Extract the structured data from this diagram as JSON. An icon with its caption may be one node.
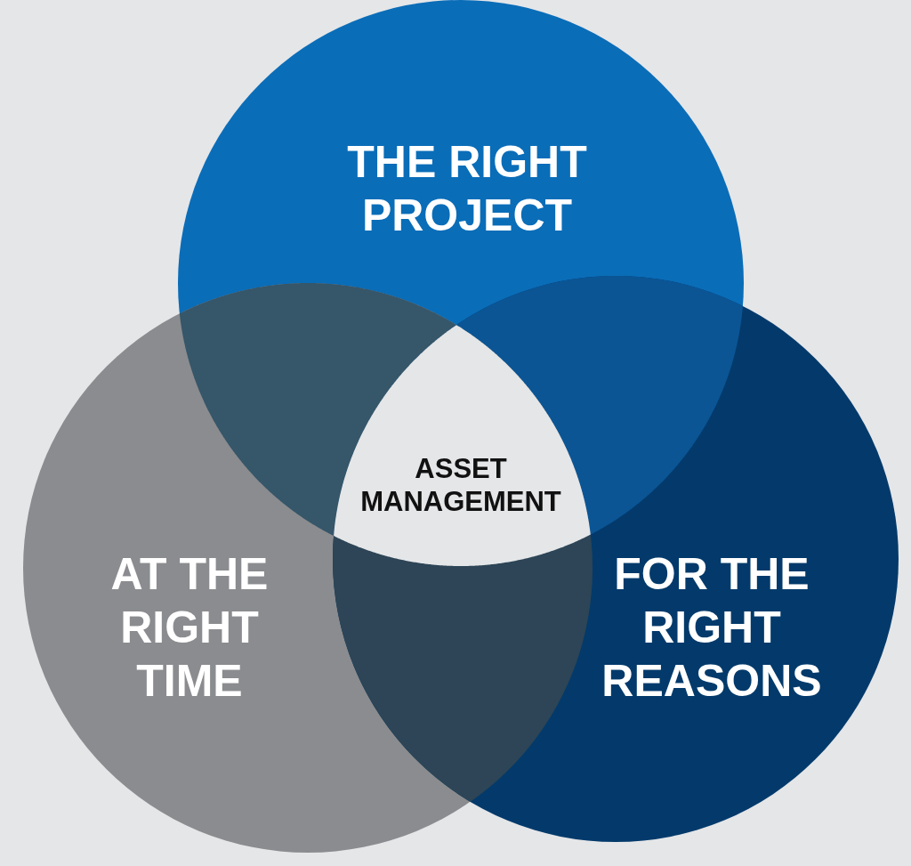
{
  "diagram": {
    "nodes": [
      {
        "text": [
          "THE RIGHT PROJECT"
        ]
      },
      {
        "text": [
          "AT THE RIGHT TIME"
        ]
      },
      {
        "text": [
          "FOR THE RIGHT REASONS"
        ]
      },
      {
        "text": [
          "ASSET MANAGEMENT"
        ]
      }
    ]
  }
}
